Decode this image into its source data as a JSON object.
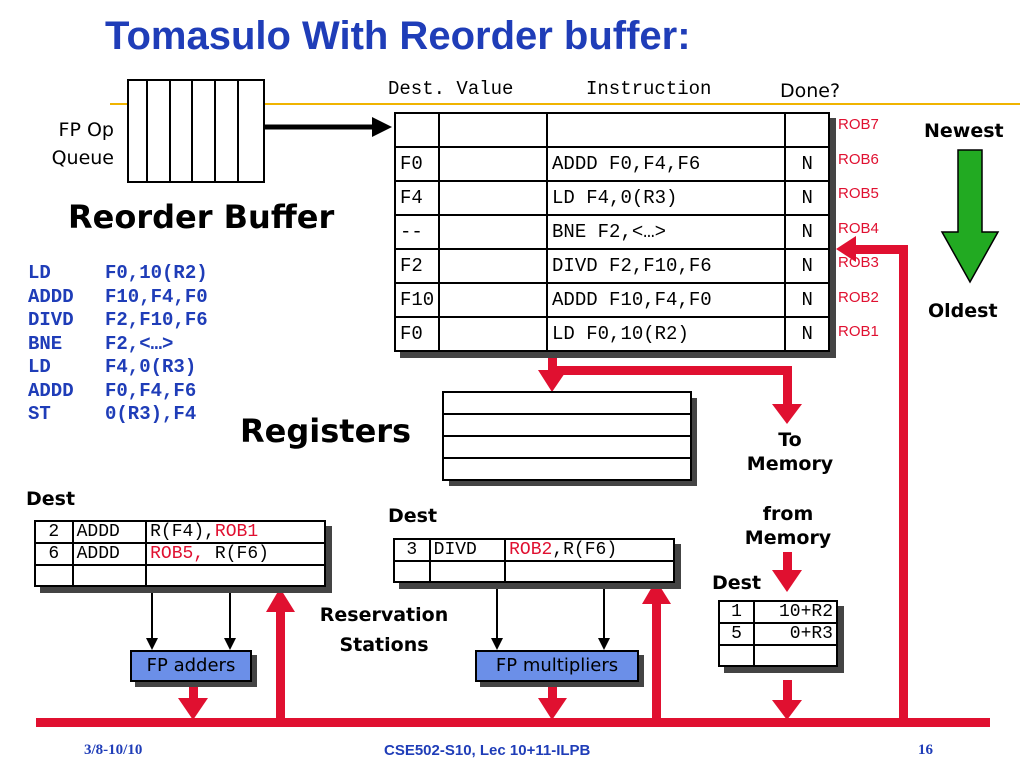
{
  "title": "Tomasulo With Reorder buffer:",
  "fp_queue_label": [
    "FP Op",
    "Queue"
  ],
  "reorder_buffer_label": "Reorder Buffer",
  "rob_headers": {
    "dest_value": "Dest. Value",
    "instruction": "Instruction",
    "done": "Done?"
  },
  "rob_rows": [
    {
      "rob": "ROB7",
      "dest": "",
      "value": "",
      "instruction": "",
      "done": ""
    },
    {
      "rob": "ROB6",
      "dest": "F0",
      "value": "",
      "instruction": "ADDD F0,F4,F6",
      "done": "N"
    },
    {
      "rob": "ROB5",
      "dest": "F4",
      "value": "",
      "instruction": "LD F4,0(R3)",
      "done": "N"
    },
    {
      "rob": "ROB4",
      "dest": "--",
      "value": "",
      "instruction": "BNE F2,<…>",
      "done": "N"
    },
    {
      "rob": "ROB3",
      "dest": "F2",
      "value": "",
      "instruction": "DIVD F2,F10,F6",
      "done": "N"
    },
    {
      "rob": "ROB2",
      "dest": "F10",
      "value": "",
      "instruction": "ADDD F10,F4,F0",
      "done": "N"
    },
    {
      "rob": "ROB1",
      "dest": "F0",
      "value": "",
      "instruction": "LD F0,10(R2)",
      "done": "N"
    }
  ],
  "newest_label": "Newest",
  "oldest_label": "Oldest",
  "code_lines": [
    {
      "op": "LD",
      "args": "F0,10(R2)"
    },
    {
      "op": "ADDD",
      "args": "F10,F4,F0"
    },
    {
      "op": "DIVD",
      "args": "F2,F10,F6"
    },
    {
      "op": "BNE",
      "args": "F2,<…>"
    },
    {
      "op": "LD",
      "args": "F4,0(R3)"
    },
    {
      "op": "ADDD",
      "args": "F0,F4,F6"
    },
    {
      "op": "ST",
      "args": "0(R3),F4"
    }
  ],
  "registers_label": "Registers",
  "to_memory_label": [
    "To",
    "Memory"
  ],
  "from_memory_label": [
    "from",
    "Memory"
  ],
  "adder_rs": {
    "dest_label": "Dest",
    "rows": [
      {
        "dest": "2",
        "op": "ADDD",
        "operands_a": "R(F4),",
        "operands_b": "ROB1"
      },
      {
        "dest": "6",
        "op": "ADDD",
        "operands_a": "ROB5,",
        "operands_b": " R(F6)"
      },
      {
        "dest": "",
        "op": "",
        "operands_a": "",
        "operands_b": ""
      }
    ]
  },
  "mult_rs": {
    "dest_label": "Dest",
    "rows": [
      {
        "dest": "3",
        "op": "DIVD",
        "operands_a": "ROB2",
        "operands_b": ",R(F6)"
      },
      {
        "dest": "",
        "op": "",
        "operands_a": "",
        "operands_b": ""
      }
    ]
  },
  "reservation_stations_label": [
    "Reservation",
    "Stations"
  ],
  "fp_adders_label": "FP adders",
  "fp_multipliers_label": "FP multipliers",
  "load_buffer": {
    "dest_label": "Dest",
    "rows": [
      {
        "dest": "1",
        "addr": "10+R2"
      },
      {
        "dest": "5",
        "addr": "0+R3"
      },
      {
        "dest": "",
        "addr": ""
      }
    ]
  },
  "footer": {
    "date": "3/8-10/10",
    "course": "CSE502-S10, Lec 10+11-ILPB",
    "page": "16"
  },
  "colors": {
    "title": "#1f3db8",
    "bus": "#e01030",
    "arrow_green": "#22aa22",
    "unit_fill": "#6b8fe8",
    "queue_line": "#f0b400"
  }
}
